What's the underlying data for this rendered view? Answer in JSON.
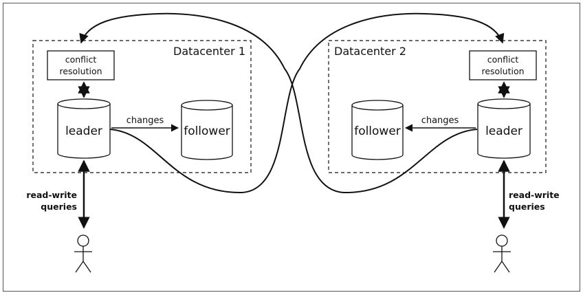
{
  "datacenters": [
    {
      "title": "Datacenter 1",
      "conflict": {
        "line1": "conflict",
        "line2": "resolution"
      },
      "leader": "leader",
      "follower": "follower",
      "changes": "changes",
      "queries": {
        "line1": "read-write",
        "line2": "queries"
      }
    },
    {
      "title": "Datacenter 2",
      "conflict": {
        "line1": "conflict",
        "line2": "resolution"
      },
      "leader": "leader",
      "follower": "follower",
      "changes": "changes",
      "queries": {
        "line1": "read-write",
        "line2": "queries"
      }
    }
  ],
  "colors": {
    "stroke": "#111111",
    "background": "#ffffff",
    "frame": "#555555"
  }
}
